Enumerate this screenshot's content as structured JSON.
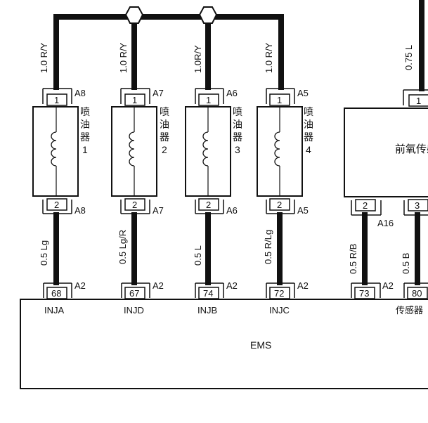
{
  "injectors": [
    {
      "name": "喷油器1",
      "name_chars": [
        "喷",
        "油",
        "器",
        "1"
      ],
      "supply_wire": "1.0 R/Y",
      "signal_wire": "0.5 Lg",
      "top_pin": "1",
      "top_connector": "A8",
      "bottom_pin": "2",
      "bottom_connector": "A8",
      "ems_pin": "68",
      "ems_connector": "A2",
      "ems_signal": "INJA"
    },
    {
      "name": "喷油器2",
      "name_chars": [
        "喷",
        "油",
        "器",
        "2"
      ],
      "supply_wire": "1.0 R/Y",
      "signal_wire": "0.5 Lg/R",
      "top_pin": "1",
      "top_connector": "A7",
      "bottom_pin": "2",
      "bottom_connector": "A7",
      "ems_pin": "67",
      "ems_connector": "A2",
      "ems_signal": "INJD"
    },
    {
      "name": "喷油器3",
      "name_chars": [
        "喷",
        "油",
        "器",
        "3"
      ],
      "supply_wire": "1.0R/Y",
      "signal_wire": "0.5 L",
      "top_pin": "1",
      "top_connector": "A6",
      "bottom_pin": "2",
      "bottom_connector": "A6",
      "ems_pin": "74",
      "ems_connector": "A2",
      "ems_signal": "INJB"
    },
    {
      "name": "喷油器4",
      "name_chars": [
        "喷",
        "油",
        "器",
        "4"
      ],
      "supply_wire": "1.0 R/Y",
      "signal_wire": "0.5 R/Lg",
      "top_pin": "1",
      "top_connector": "A5",
      "bottom_pin": "2",
      "bottom_connector": "A5",
      "ems_pin": "72",
      "ems_connector": "A2",
      "ems_signal": "INJC"
    }
  ],
  "o2_sensor": {
    "label": "前氧传感器",
    "supply_wire": "0.75 L",
    "top_pin": "1",
    "pin_left": "2",
    "pin_left_connector": "A16",
    "pin_right": "3",
    "wire_left": "0.5 R/B",
    "wire_right": "0.5 B",
    "ems_pin_left": "73",
    "ems_pin_left_connector": "A2",
    "ems_pin_right": "80",
    "ems_label": "传感器"
  },
  "ems": {
    "label": "EMS"
  },
  "colors": {
    "line": "#111111",
    "background": "#ffffff"
  }
}
